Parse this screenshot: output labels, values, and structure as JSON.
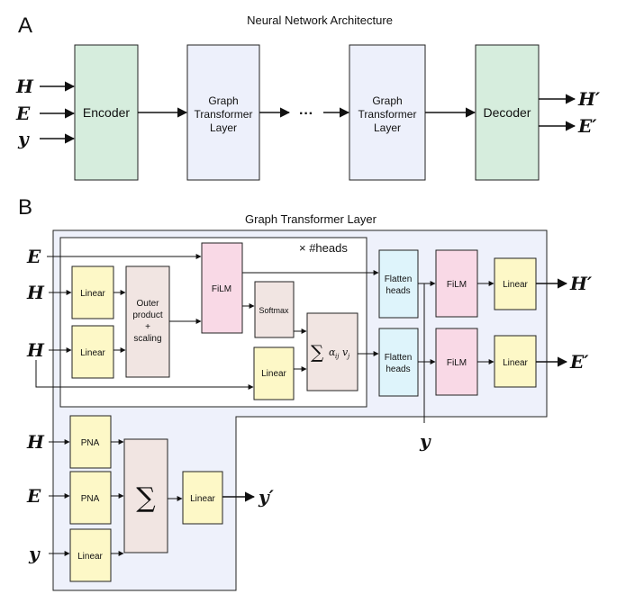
{
  "panel_a": {
    "letter": "A",
    "title": "Neural Network Architecture",
    "inputs": [
      "H",
      "E",
      "y"
    ],
    "outputs": [
      "H′",
      "E′"
    ],
    "encoder": "Encoder",
    "gt1": [
      "Graph",
      "Transformer",
      "Layer"
    ],
    "gt2": [
      "Graph",
      "Transformer",
      "Layer"
    ],
    "ellipsis": "···",
    "decoder": "Decoder"
  },
  "panel_b": {
    "letter": "B",
    "title": "Graph Transformer Layer",
    "heads": "× #heads",
    "inputs": {
      "e": "E",
      "h1": "H",
      "h2": "H",
      "h3": "H",
      "e2": "E",
      "y1": "y",
      "y_bottom": "y"
    },
    "linear": "Linear",
    "outer": [
      "Outer",
      "product",
      "+",
      "scaling"
    ],
    "film": "FiLM",
    "softmax": "Softmax",
    "sum_sym": "∑",
    "alpha": "α",
    "alpha_sub": "ij",
    "v": "v",
    "v_sub": "j",
    "flatten": [
      "Flatten",
      "heads"
    ],
    "pna": "PNA",
    "outputs": {
      "h": "H′",
      "e": "E′",
      "y": "y′"
    }
  },
  "colors": {
    "green": "#d6eddd",
    "blue_box": "#edf0fb",
    "panel_bg": "#eef1fb",
    "yellow": "#fdf8c7",
    "pink": "#f9d9e6",
    "tan": "#f1e5e2",
    "cyan": "#def4fb"
  }
}
